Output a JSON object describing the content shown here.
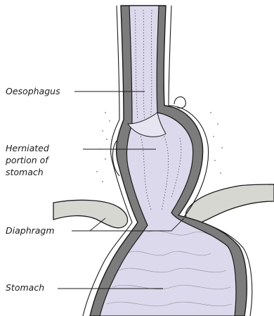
{
  "labels": {
    "oesophagus": "Oesophagus",
    "herniated_line1": "Herniated",
    "herniated_line2": "portion of",
    "herniated_line3": "stomach",
    "diaphragm": "Diaphragm",
    "stomach": "Stomach"
  },
  "colors": {
    "lumen": "#ddd9ec",
    "wall": "#7c7c7c",
    "diaphragm_muscle": "#d7d7d2",
    "outline": "#1a1a1a"
  }
}
